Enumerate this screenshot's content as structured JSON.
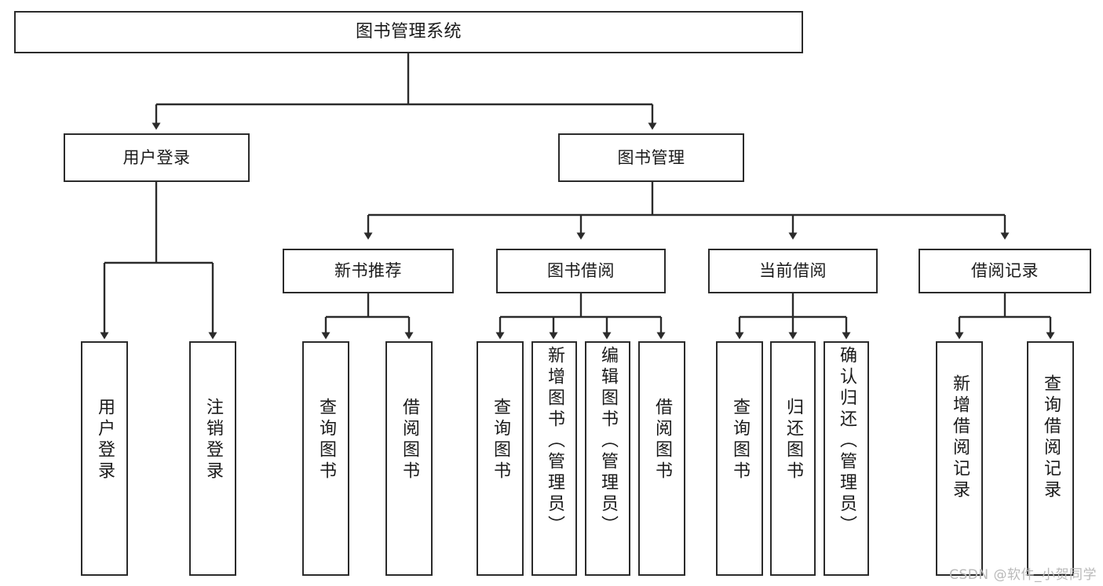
{
  "diagram": {
    "title": "图书管理系统",
    "type": "tree-hierarchy-chart",
    "background_color": "#ffffff",
    "line_color": "#2b2b2b",
    "box_fill": "#ffffff"
  },
  "watermark": {
    "text": "CSDN @软件_小贺同学",
    "color": "#b9b9b9"
  },
  "nodes": {
    "root": {
      "label": "图书管理系统"
    },
    "level2": [
      {
        "id": "user-login",
        "label": "用户登录"
      },
      {
        "id": "book-manage",
        "label": "图书管理"
      }
    ],
    "level3": [
      {
        "id": "new-book-rec",
        "label": "新书推荐"
      },
      {
        "id": "book-borrow",
        "label": "图书借阅"
      },
      {
        "id": "current-borrow",
        "label": "当前借阅"
      },
      {
        "id": "borrow-record",
        "label": "借阅记录"
      }
    ],
    "leaves": [
      {
        "id": "leaf-user-login",
        "label": "用户登录"
      },
      {
        "id": "leaf-logout-login",
        "label": "注销登录"
      },
      {
        "id": "leaf-query-book-1",
        "label": "查询图书"
      },
      {
        "id": "leaf-borrow-book-1",
        "label": "借阅图书"
      },
      {
        "id": "leaf-query-book-2",
        "label": "查询图书"
      },
      {
        "id": "leaf-add-book-admin",
        "label": "新增图书（管理员）"
      },
      {
        "id": "leaf-edit-book-admin",
        "label": "编辑图书（管理员）"
      },
      {
        "id": "leaf-borrow-book-2",
        "label": "借阅图书"
      },
      {
        "id": "leaf-query-book-3",
        "label": "查询图书"
      },
      {
        "id": "leaf-return-book",
        "label": "归还图书"
      },
      {
        "id": "leaf-confirm-return-admin",
        "label": "确认归还（管理员）"
      },
      {
        "id": "leaf-add-borrow-record",
        "label": "新增借阅记录"
      },
      {
        "id": "leaf-query-borrow-record",
        "label": "查询借阅记录"
      }
    ]
  },
  "chart_data": {
    "type": "tree",
    "title": "图书管理系统",
    "root": "图书管理系统",
    "edges": [
      {
        "from": "图书管理系统",
        "to": "用户登录"
      },
      {
        "from": "图书管理系统",
        "to": "图书管理"
      },
      {
        "from": "用户登录",
        "to": "用户登录"
      },
      {
        "from": "用户登录",
        "to": "注销登录"
      },
      {
        "from": "图书管理",
        "to": "新书推荐"
      },
      {
        "from": "图书管理",
        "to": "图书借阅"
      },
      {
        "from": "图书管理",
        "to": "当前借阅"
      },
      {
        "from": "图书管理",
        "to": "借阅记录"
      },
      {
        "from": "新书推荐",
        "to": "查询图书"
      },
      {
        "from": "新书推荐",
        "to": "借阅图书"
      },
      {
        "from": "图书借阅",
        "to": "查询图书"
      },
      {
        "from": "图书借阅",
        "to": "新增图书（管理员）"
      },
      {
        "from": "图书借阅",
        "to": "编辑图书（管理员）"
      },
      {
        "from": "图书借阅",
        "to": "借阅图书"
      },
      {
        "from": "当前借阅",
        "to": "查询图书"
      },
      {
        "from": "当前借阅",
        "to": "归还图书"
      },
      {
        "from": "当前借阅",
        "to": "确认归还（管理员）"
      },
      {
        "from": "借阅记录",
        "to": "新增借阅记录"
      },
      {
        "from": "借阅记录",
        "to": "查询借阅记录"
      }
    ],
    "levels": 4,
    "node_count": 20
  }
}
